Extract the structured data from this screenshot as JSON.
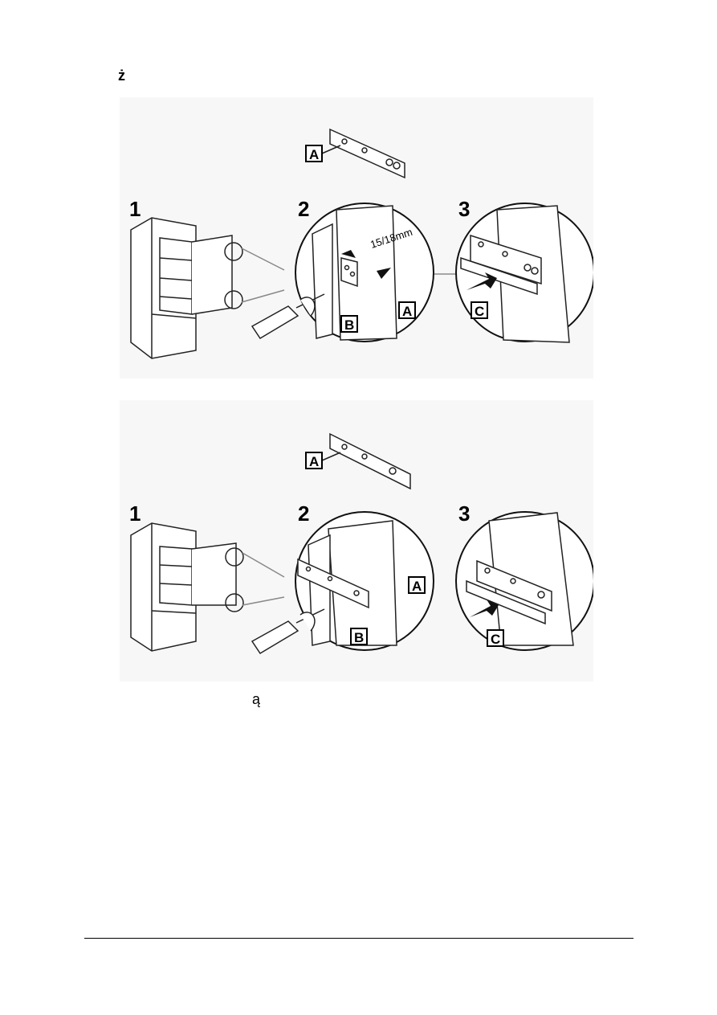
{
  "page": {
    "top_glyph": "ż",
    "bottom_glyph": "ą"
  },
  "figure1": {
    "part_a_top": "A",
    "steps": [
      "1",
      "2",
      "3"
    ],
    "label_b": "B",
    "label_a": "A",
    "label_c": "C",
    "dimension": "15/18mm"
  },
  "figure2": {
    "part_a_top": "A",
    "steps": [
      "1",
      "2",
      "3"
    ],
    "label_b": "B",
    "label_a": "A",
    "label_c": "C"
  }
}
